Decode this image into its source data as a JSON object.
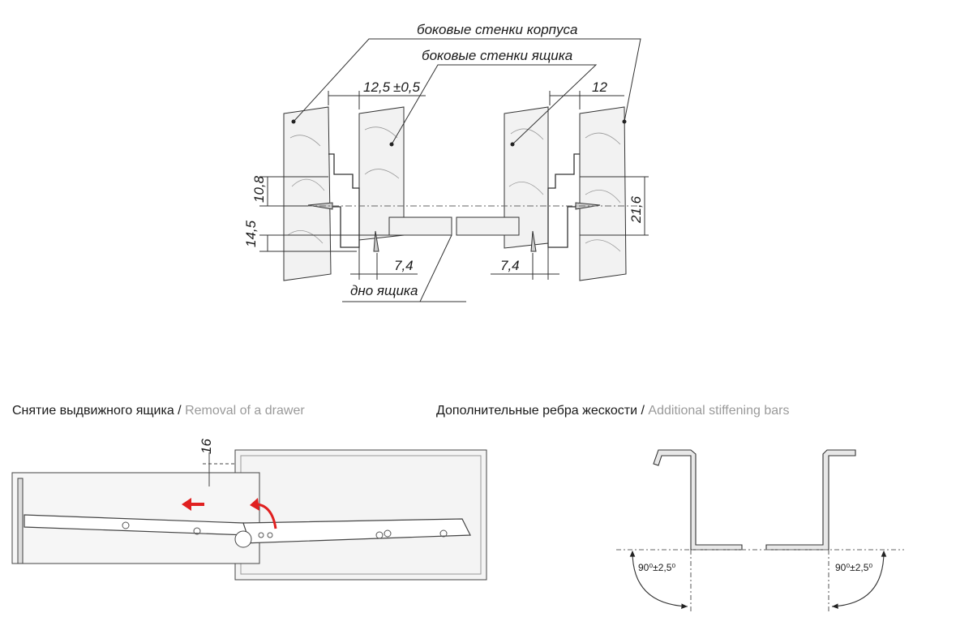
{
  "top_diagram": {
    "label_cabinet_walls": "боковые стенки корпуса",
    "label_drawer_walls": "боковые стенки ящика",
    "label_drawer_bottom": "дно ящика",
    "dim_gap": "12,5",
    "dim_gap_tol": "±0,5",
    "dim_12": "12",
    "dim_10_8": "10,8",
    "dim_14_5": "14,5",
    "dim_21_6": "21,6",
    "dim_7_4_left": "7,4",
    "dim_7_4_right": "7,4"
  },
  "removal": {
    "caption_ru": "Снятие выдвижного ящика",
    "caption_sep": " / ",
    "caption_en": "Removal of a drawer",
    "dim_16": "16"
  },
  "stiffening": {
    "caption_ru": "Дополнительные ребра жескости",
    "caption_sep": " / ",
    "caption_en": "Additional stiffening bars",
    "angle_left": "90⁰±2,5⁰",
    "angle_right": "90⁰±2,5⁰"
  },
  "colors": {
    "arrow": "#e02020",
    "line": "#333333",
    "panel": "#f2f2f2"
  }
}
